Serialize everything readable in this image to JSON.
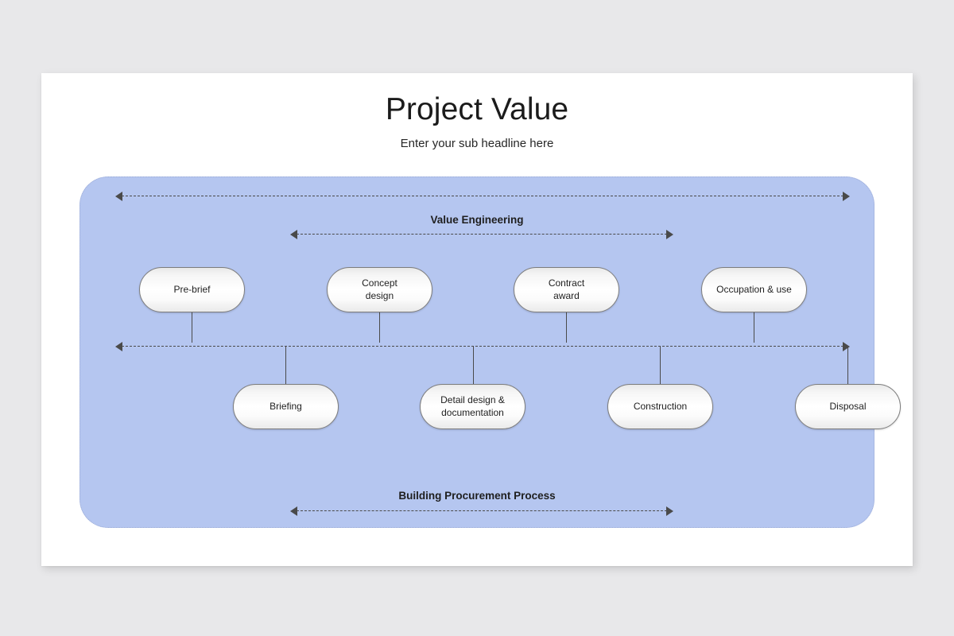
{
  "slide": {
    "title": "Project Value",
    "subtitle": "Enter your sub headline here"
  },
  "diagram": {
    "panel_color": "#b5c6f0",
    "bands": [
      {
        "id": "span-full",
        "label": ""
      },
      {
        "id": "value-engineering",
        "label": "Value Engineering"
      },
      {
        "id": "timeline",
        "label": ""
      },
      {
        "id": "building-procurement",
        "label": "Building Procurement Process"
      }
    ],
    "top_nodes": [
      {
        "label": "Pre-brief"
      },
      {
        "label": "Concept\ndesign",
        "line1": "Concept",
        "line2": "design"
      },
      {
        "label": "Contract\naward",
        "line1": "Contract",
        "line2": "award"
      },
      {
        "label": "Occupation & use"
      }
    ],
    "bottom_nodes": [
      {
        "label": "Briefing"
      },
      {
        "label": "Detail design &\ndocumentation",
        "line1": "Detail design &",
        "line2": "documentation"
      },
      {
        "label": "Construction"
      },
      {
        "label": "Disposal"
      }
    ]
  }
}
